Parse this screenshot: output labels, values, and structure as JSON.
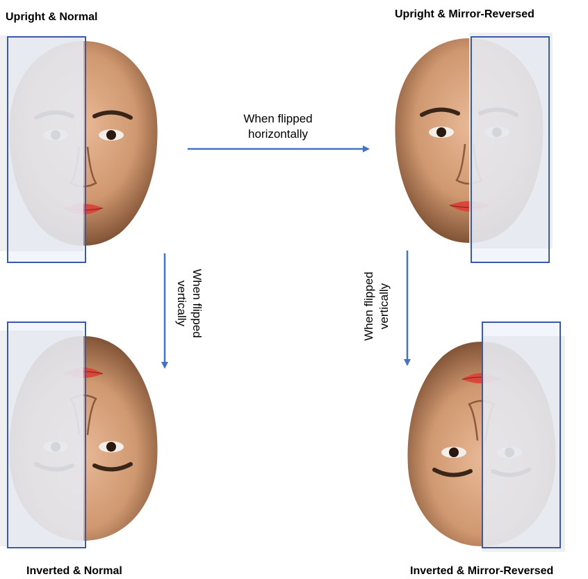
{
  "panels": {
    "top_left": "Upright & Normal",
    "top_right": "Upright & Mirror-Reversed",
    "bottom_left": "Inverted & Normal",
    "bottom_right": "Inverted & Mirror-Reversed"
  },
  "arrows": {
    "horizontal": [
      "When flipped",
      "horizontally"
    ],
    "vertical_left": [
      "When flipped",
      "vertically"
    ],
    "vertical_right": [
      "When flipped",
      "vertically"
    ]
  },
  "colors": {
    "arrow": "#4472c4",
    "box_border": "#3a5aa8",
    "box_fill": "#dfe6f5",
    "skin": "#c98f62",
    "lips": "#d9473a"
  }
}
